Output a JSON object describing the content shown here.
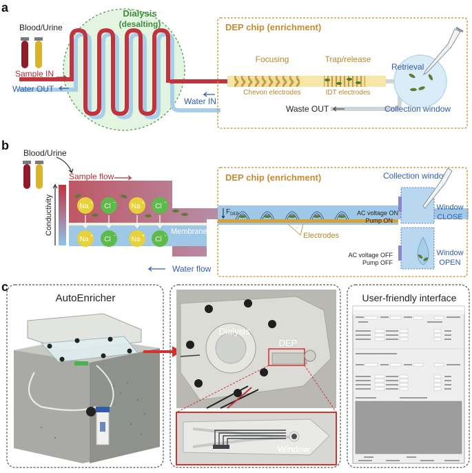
{
  "panel_a": {
    "letter": "a",
    "blood_urine": "Blood/Urine",
    "dialysis_title": "Dialysis",
    "dialysis_sub": "(desalting)",
    "sample_in": "Sample IN",
    "water_out": "Water OUT",
    "water_in": "Water IN",
    "dep_chip": "DEP chip (enrichment)",
    "focusing": "Focusing",
    "trap_release": "Trap/release",
    "retrieval": "Retrieval",
    "chevron": "Chevon electrodes",
    "idt": "IDT electrodes",
    "waste_out": "Waste OUT",
    "collection_window": "Collection window"
  },
  "panel_b": {
    "letter": "b",
    "blood_urine": "Blood/Urine",
    "sample_flow": "Sample flow",
    "conductivity": "Conductivity",
    "na": "Na",
    "cl": "Cl",
    "plus": "+",
    "minus": "−",
    "membrane": "Membrane",
    "water_flow": "Water flow",
    "dep_chip": "DEP chip (enrichment)",
    "collection_window": "Collection window",
    "fdep": "F",
    "fdep_sub": "DEP",
    "ac_on": "AC voltage ON",
    "pump_on": "Pump ON",
    "ac_off": "AC voltage OFF",
    "pump_off": "Pump OFF",
    "electrodes": "Electrodes",
    "window_close_1": "Window",
    "window_close_2": "CLOSE",
    "window_open_1": "Window",
    "window_open_2": "OPEN"
  },
  "panel_c": {
    "letter": "c",
    "autoenricher": "AutoEnricher",
    "dialysis": "Dialysis",
    "dep": "DEP",
    "window": "Window",
    "ui_title": "User-friendly interface"
  },
  "colors": {
    "red": "#c2333e",
    "blue": "#9fc8e6",
    "orange": "#c98a2e",
    "dialysis_green": "#3e8b3e",
    "ui_blue": "#2f5cab"
  }
}
